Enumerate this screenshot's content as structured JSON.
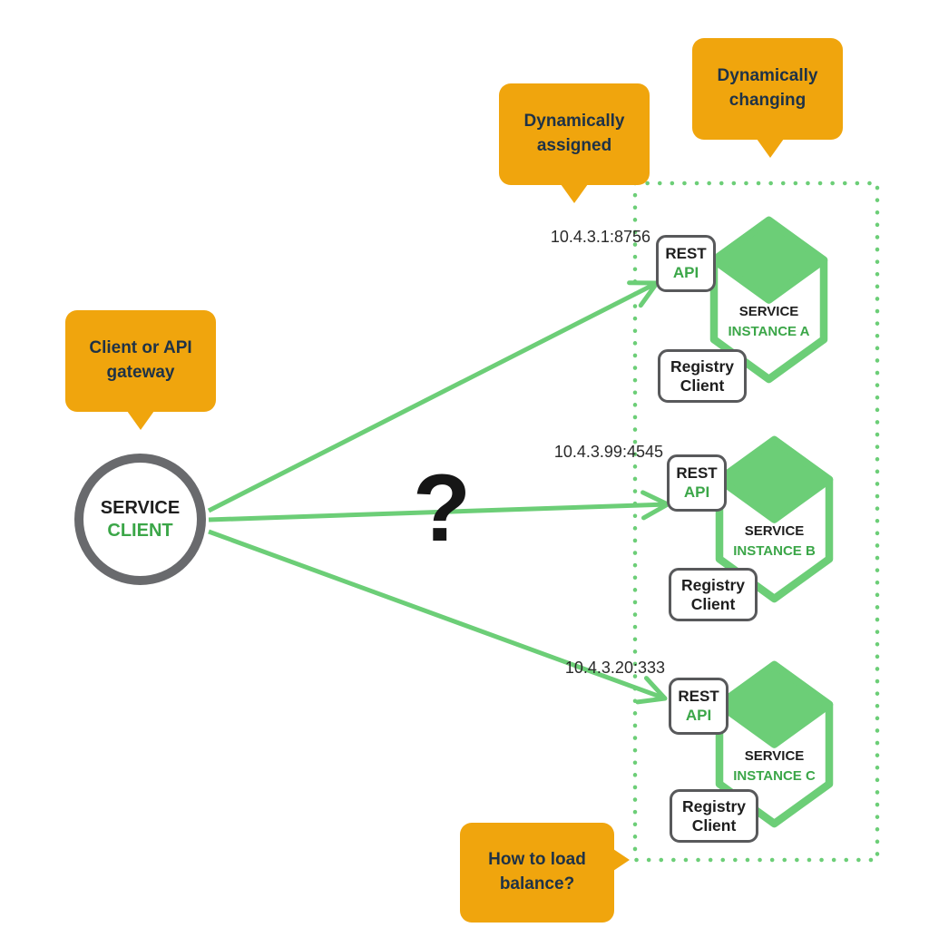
{
  "colors": {
    "callout_orange": "#F0A50D",
    "callout_text_navy": "#1E3247",
    "diagram_green": "#6CCE77",
    "green_text": "#3BA648",
    "box_border_gray": "#58595B",
    "circle_border_gray": "#696A6D",
    "text_black": "#1E1E1E"
  },
  "callouts": {
    "client_gateway": "Client or API gateway",
    "dynamically_assigned": "Dynamically assigned",
    "dynamically_changing": "Dynamically changing",
    "load_balance": "How to load balance?"
  },
  "service_client": {
    "line1": "SERVICE",
    "line2": "CLIENT"
  },
  "question_mark": "?",
  "instances": [
    {
      "id": "A",
      "ip": "10.4.3.1:8756",
      "rest1": "REST",
      "rest2": "API",
      "svc1": "SERVICE",
      "svc2": "INSTANCE A",
      "reg1": "Registry",
      "reg2": "Client"
    },
    {
      "id": "B",
      "ip": "10.4.3.99:4545",
      "rest1": "REST",
      "rest2": "API",
      "svc1": "SERVICE",
      "svc2": "INSTANCE B",
      "reg1": "Registry",
      "reg2": "Client"
    },
    {
      "id": "C",
      "ip": "10.4.3.20:333",
      "rest1": "REST",
      "rest2": "API",
      "svc1": "SERVICE",
      "svc2": "INSTANCE C",
      "reg1": "Registry",
      "reg2": "Client"
    }
  ]
}
